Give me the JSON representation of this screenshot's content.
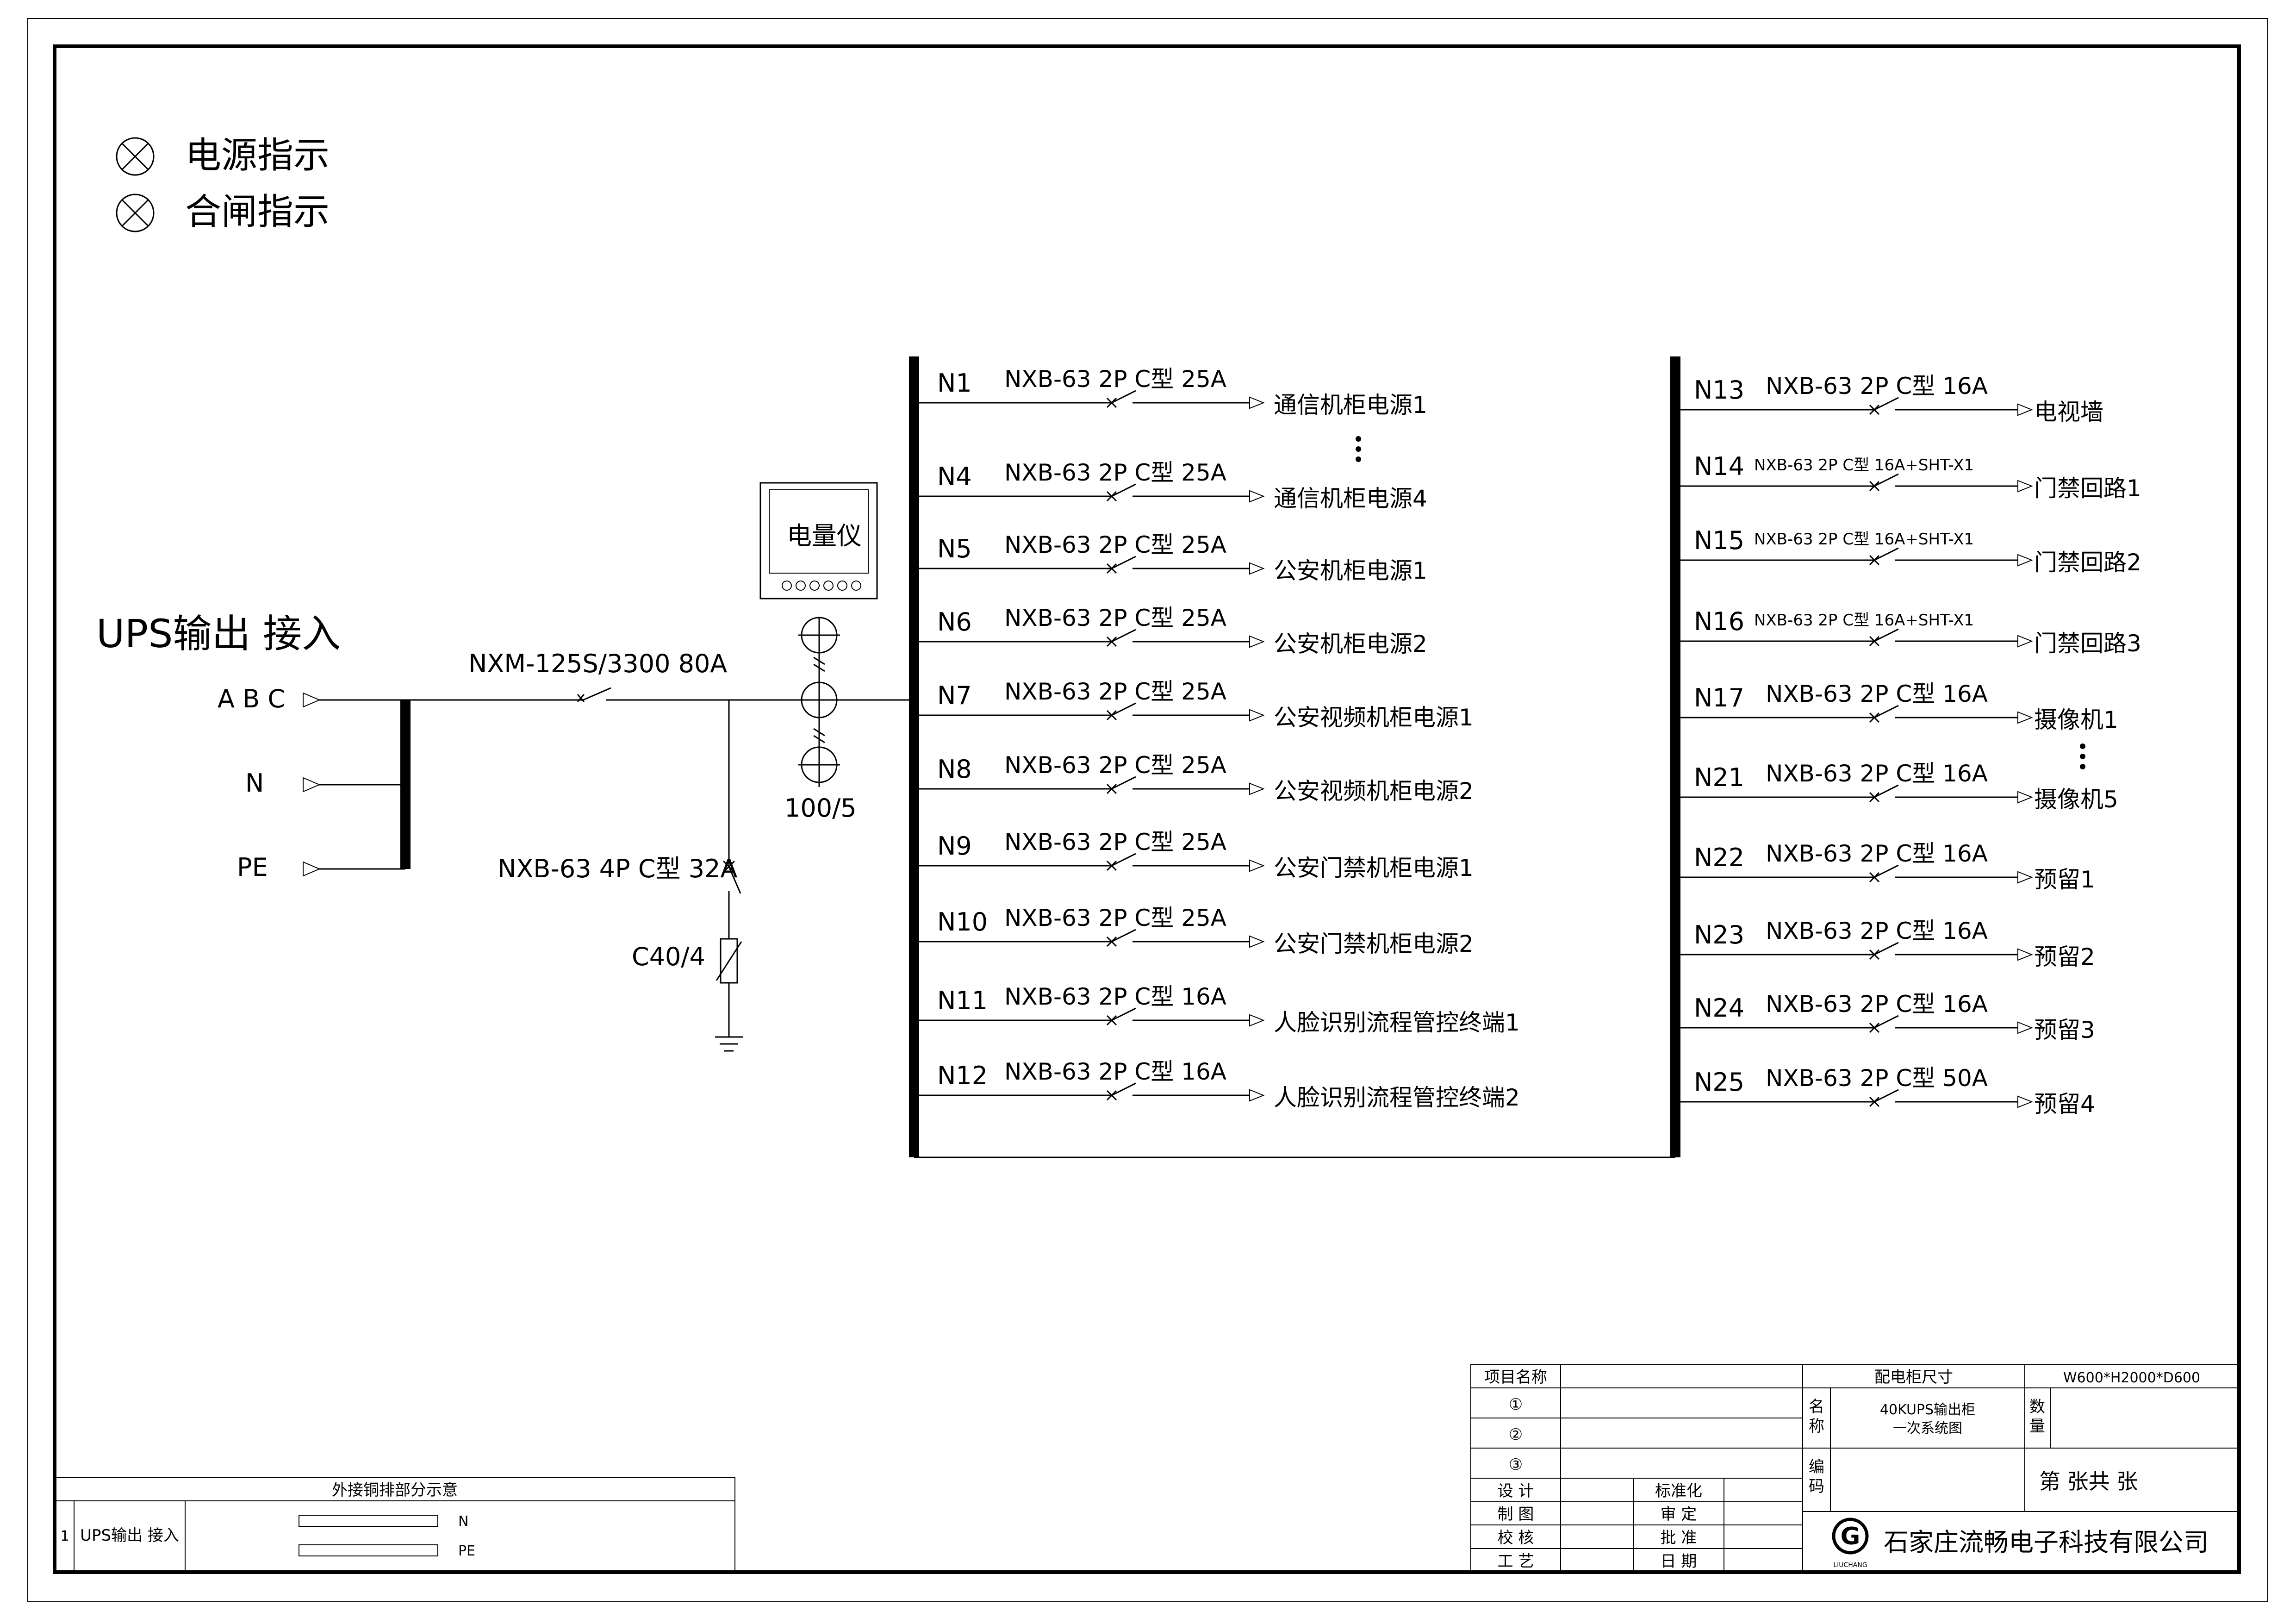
{
  "legend": [
    {
      "icon": "lamp-icon",
      "label": "电源指示"
    },
    {
      "icon": "lamp-icon",
      "label": "合闸指示"
    }
  ],
  "input": {
    "title": "UPS输出 接入",
    "phases": [
      "A B C",
      "N",
      "PE"
    ],
    "main_breaker": "NXM-125S/3300 80A",
    "spd_breaker": "NXB-63 4P C型 32A",
    "spd": "C40/4",
    "meter": "电量仪",
    "ct_ratio": "100/5"
  },
  "left_circuits": [
    {
      "id": "N1",
      "breaker": "NXB-63 2P C型 25A",
      "load": "通信机柜电源1"
    },
    {
      "id": "N4",
      "breaker": "NXB-63 2P C型 25A",
      "load": "通信机柜电源4"
    },
    {
      "id": "N5",
      "breaker": "NXB-63 2P C型 25A",
      "load": "公安机柜电源1"
    },
    {
      "id": "N6",
      "breaker": "NXB-63 2P C型 25A",
      "load": "公安机柜电源2"
    },
    {
      "id": "N7",
      "breaker": "NXB-63 2P C型 25A",
      "load": "公安视频机柜电源1"
    },
    {
      "id": "N8",
      "breaker": "NXB-63 2P C型 25A",
      "load": "公安视频机柜电源2"
    },
    {
      "id": "N9",
      "breaker": "NXB-63 2P C型 25A",
      "load": "公安门禁机柜电源1"
    },
    {
      "id": "N10",
      "breaker": "NXB-63 2P C型 25A",
      "load": "公安门禁机柜电源2"
    },
    {
      "id": "N11",
      "breaker": "NXB-63 2P C型 16A",
      "load": "人脸识别流程管控终端1"
    },
    {
      "id": "N12",
      "breaker": "NXB-63 2P C型 16A",
      "load": "人脸识别流程管控终端2"
    }
  ],
  "right_circuits": [
    {
      "id": "N13",
      "breaker": "NXB-63 2P C型 16A",
      "load": "电视墙"
    },
    {
      "id": "N14",
      "breaker": "NXB-63 2P C型 16A+SHT-X1",
      "load": "门禁回路1"
    },
    {
      "id": "N15",
      "breaker": "NXB-63 2P C型 16A+SHT-X1",
      "load": "门禁回路2"
    },
    {
      "id": "N16",
      "breaker": "NXB-63 2P C型 16A+SHT-X1",
      "load": "门禁回路3"
    },
    {
      "id": "N17",
      "breaker": "NXB-63 2P C型 16A",
      "load": "摄像机1"
    },
    {
      "id": "N21",
      "breaker": "NXB-63 2P C型 16A",
      "load": "摄像机5"
    },
    {
      "id": "N22",
      "breaker": "NXB-63 2P C型 16A",
      "load": "预留1"
    },
    {
      "id": "N23",
      "breaker": "NXB-63 2P C型 16A",
      "load": "预留2"
    },
    {
      "id": "N24",
      "breaker": "NXB-63 2P C型 16A",
      "load": "预留3"
    },
    {
      "id": "N25",
      "breaker": "NXB-63 2P C型 50A",
      "load": "预留4"
    }
  ],
  "ext_table": {
    "title": "外接铜排部分示意",
    "row_no": "1",
    "row_label": "UPS输出 接入",
    "bars": [
      "N",
      "PE"
    ]
  },
  "title_block": {
    "project_label": "项目名称",
    "cabinet_size_label": "配电柜尺寸",
    "cabinet_size": "W600*H2000*D600",
    "rev": [
      "①",
      "②",
      "③"
    ],
    "name_label": "名称",
    "name_line1": "40KUPS输出柜",
    "name_line2": "一次系统图",
    "qty_label": "数量",
    "code_label": "编码",
    "sheet": "第 张共 张",
    "roles_left": [
      "设 计",
      "制 图",
      "校 核",
      "工 艺"
    ],
    "roles_right": [
      "标准化",
      "审 定",
      "批 准",
      "日 期"
    ],
    "logo_text": "LIUCHANG",
    "company": "石家庄流畅电子科技有限公司"
  }
}
